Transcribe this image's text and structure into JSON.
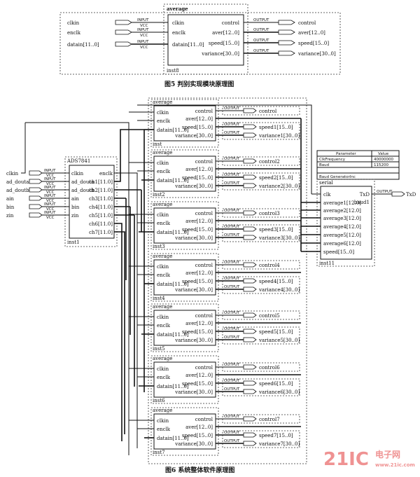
{
  "fig5": {
    "block_title": "average",
    "instance": "inst8",
    "inputs": [
      {
        "name": "clkin",
        "io": "INPUT",
        "sub": "VCC",
        "port": "clkin"
      },
      {
        "name": "enclk",
        "io": "INPUT",
        "sub": "VCC",
        "port": "enclk"
      },
      {
        "name": "datain[11..0]",
        "io": "INPUT",
        "sub": "VCC",
        "port": "datain[11..0]"
      }
    ],
    "outputs": [
      {
        "port": "control",
        "io": "OUTPUT",
        "name": "control"
      },
      {
        "port": "aver[12..0]",
        "io": "OUTPUT",
        "name": "aver[12..0]"
      },
      {
        "port": "speed[15..0]",
        "io": "OUTPUT",
        "name": "speed[15..0]"
      },
      {
        "port": "variance[30..0]",
        "io": "OUTPUT",
        "name": "variance[30..0]"
      }
    ],
    "caption": "图5  判别实现模块原理图"
  },
  "fig6": {
    "ads": {
      "title": "ADS7841",
      "instance": "inst1",
      "left_ports": [
        "clkin",
        "ad_douta",
        "ad_doutb",
        "ain",
        "bin",
        "zin"
      ],
      "right_ports": [
        "enclk",
        "ch1[11.0]",
        "ch2[11.0]",
        "ch3[11.0]",
        "ch4[11.0]",
        "ch5[11.0]",
        "ch6[11.0]",
        "ch7[11.0]"
      ]
    },
    "inputs": [
      {
        "name": "clkin",
        "io": "INPUT",
        "sub": "VCC"
      },
      {
        "name": "ad_douta",
        "io": "INPUT",
        "sub": "VCC"
      },
      {
        "name": "ad_doutb",
        "io": "INPUT",
        "sub": "VCC"
      },
      {
        "name": "ain",
        "io": "INPUT",
        "sub": "VCC"
      },
      {
        "name": "bin",
        "io": "INPUT",
        "sub": "VCC"
      },
      {
        "name": "zin",
        "io": "INPUT",
        "sub": "VCC"
      }
    ],
    "avg_ports_in": [
      "clkin",
      "enclk",
      "datain[11..0]"
    ],
    "avg_ports_out": [
      "control",
      "aver[12..0]",
      "speed[15..0]",
      "variance[30..0]"
    ],
    "avg_blocks": [
      {
        "title": "average",
        "instance": "inst",
        "outs": [
          "control",
          "speed1[15..0]",
          "variance1[30..0]"
        ]
      },
      {
        "title": "average",
        "instance": "inst2",
        "outs": [
          "control2",
          "speed2[15..0]",
          "variance2[30..0]"
        ]
      },
      {
        "title": "average",
        "instance": "inst3",
        "outs": [
          "control3",
          "speed3[15..0]",
          "variance3[30..0]"
        ]
      },
      {
        "title": "average",
        "instance": "inst4",
        "outs": [
          "control4",
          "speed4[15..0]",
          "variance4[30..0]"
        ]
      },
      {
        "title": "average",
        "instance": "inst5",
        "outs": [
          "control5",
          "speed5[15..0]",
          "variance5[30..0]"
        ]
      },
      {
        "title": "average",
        "instance": "inst6",
        "outs": [
          "control6",
          "speed6[15..0]",
          "variance6[30..0]"
        ]
      },
      {
        "title": "average",
        "instance": "inst7",
        "outs": [
          "control7",
          "speed7[15..0]",
          "variance7[30..0]"
        ]
      }
    ],
    "out_io": "OUTPUT",
    "param_table": {
      "headers": [
        "Parameter",
        "Value"
      ],
      "rows": [
        [
          "ClkFrequency",
          "40000000"
        ],
        [
          "Baud",
          "115200"
        ],
        [
          "Baud GeneratorInc",
          ""
        ]
      ]
    },
    "serial": {
      "title": "serial",
      "instance": "inst11",
      "left_ports": [
        "clk",
        "average1[12.0]",
        "average2[12.0]",
        "average3[12.0]",
        "average4[12.0]",
        "average5[12.0]",
        "average6[12.0]",
        "speed[15..0]"
      ],
      "right_ports": [
        "TxD",
        "baud1"
      ],
      "txd_io": "OUTPUT",
      "txd_name": "TxD"
    },
    "caption": "图6  系统整体软件原理图"
  },
  "watermark": {
    "number": "21IC",
    "cn": "电子网",
    "url": "www.21ic.com"
  }
}
